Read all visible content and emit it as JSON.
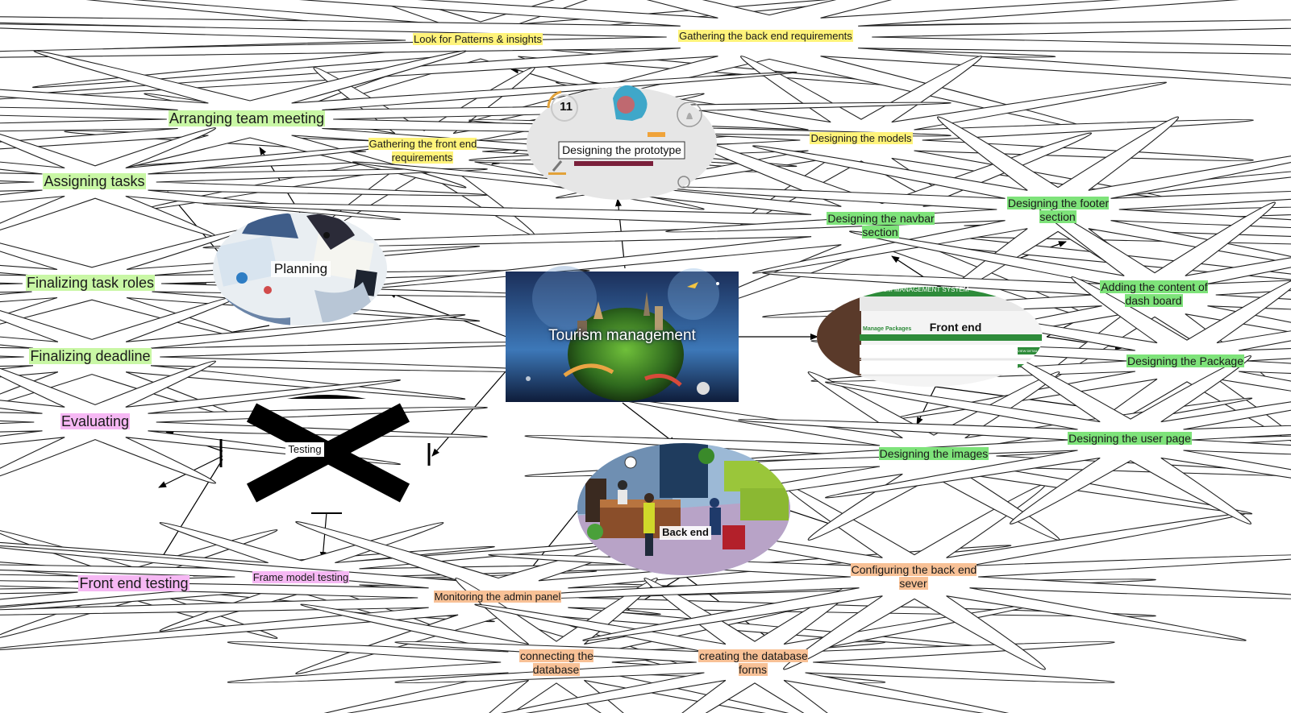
{
  "center": {
    "label": "Tourism management"
  },
  "branches": {
    "prototype": {
      "label": "Designing the prototype",
      "badge": "11",
      "children": [
        "Look for Patterns & insights",
        "Gathering the back end requirements",
        "Gathering the front end requirements",
        "Designing the models"
      ]
    },
    "planning": {
      "label": "Planning",
      "children": [
        "Arranging team meeting",
        "Assigning tasks",
        "Finalizing task roles",
        "Finalizing deadline"
      ]
    },
    "testing": {
      "label": "Testing",
      "children": [
        "Evaluating",
        "Front end testing",
        "Frame model testing"
      ]
    },
    "backend": {
      "label": "Back end",
      "children": [
        "Monitoring the admin panel",
        "connecting the database",
        "creating the database forms",
        "Configuring the back end sever"
      ]
    },
    "frontend": {
      "label": "Front end",
      "screenshot": {
        "app_title": "TOURISM MANAGEMENT SYSTEM",
        "section_title": "Manage Packages",
        "button": "VIEW DETAILS"
      },
      "children": [
        "Designing the navbar section",
        "Designing the footer section",
        "Adding the content of dash board",
        "Designing the Package",
        "Designing the images",
        "Designing the user page"
      ]
    }
  },
  "colors": {
    "prototype_highlight": "#fff37a",
    "planning_highlight": "#c9f7a5",
    "frontend_highlight": "#7ee37a",
    "testing_highlight": "#f6b8f4",
    "backend_highlight": "#f8c196"
  }
}
